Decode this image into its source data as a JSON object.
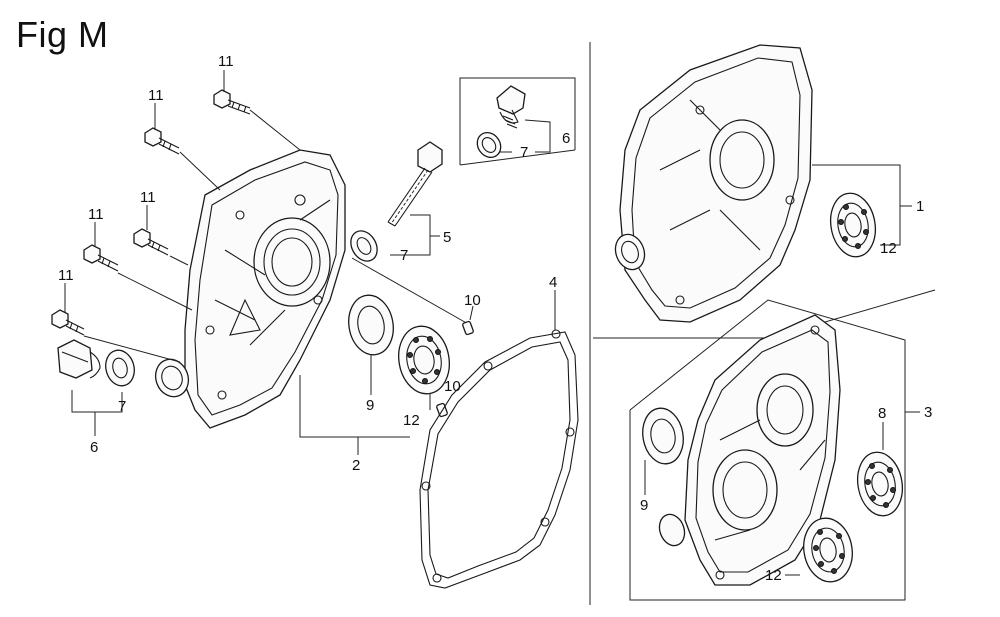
{
  "figure": {
    "title": "Fig M"
  },
  "callouts": {
    "c11a": "11",
    "c11b": "11",
    "c11c": "11",
    "c11d": "11",
    "c11e": "11",
    "c7a": "7",
    "c6a": "6",
    "c5": "5",
    "c7b": "7",
    "c10a": "10",
    "c10b": "10",
    "c9a": "9",
    "c12a": "12",
    "c2": "2",
    "c4": "4",
    "c6b": "6",
    "c7c": "7",
    "c1": "1",
    "c12b": "12",
    "c3": "3",
    "c8": "8",
    "c9b": "9",
    "c12c": "12"
  }
}
